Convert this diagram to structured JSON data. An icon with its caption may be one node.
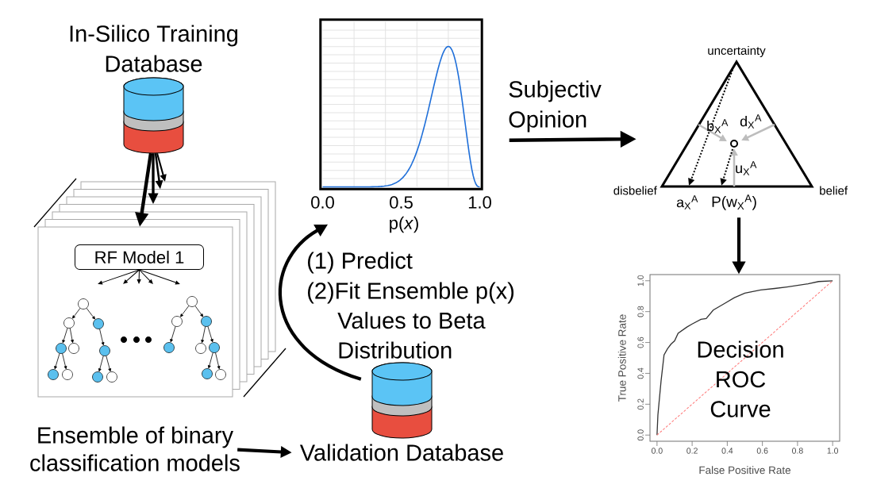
{
  "diagram": {
    "nodes": [
      {
        "text": [
          "In-Silico Training Database"
        ]
      },
      {
        "text": [],
        "shape": "box"
      },
      {
        "text": [
          "RF Model 1"
        ],
        "in": 1
      },
      {
        "text": [
          "Ensemble of binary classification models"
        ]
      },
      {
        "text": [
          "0.0",
          "0.5",
          "1.0",
          "p(*x*)"
        ]
      },
      {
        "text": [
          "Validation Database"
        ]
      },
      {
        "text": [
          "b$_{X}$$^{A}$",
          "d$_{X}$$^{A}$",
          "u$_{X}$$^{A}$"
        ],
        "beside": [
          "uncertainty",
          "disbelief",
          "belief",
          "a$_{X}$$^{A}$",
          "P(w$_{X}$$^{A}$)"
        ]
      },
      {
        "text": [
          "Decision ROC Curve"
        ]
      }
    ],
    "edges": [
      {
        "from": 0,
        "to": 1,
        "arrow": "to"
      },
      {
        "from": 0,
        "to": 1,
        "arrow": "to"
      },
      {
        "from": 0,
        "to": 1,
        "arrow": "to"
      },
      {
        "from": 0,
        "to": 1,
        "arrow": "to"
      },
      {
        "from": 2,
        "to": 1,
        "arrow": "to"
      },
      {
        "from": 2,
        "to": 1,
        "arrow": "to"
      },
      {
        "from": 2,
        "to": 1,
        "arrow": "to"
      },
      {
        "from": 2,
        "to": 1,
        "arrow": "to"
      },
      {
        "from": 2,
        "to": 1,
        "arrow": "to"
      },
      {
        "from": 3,
        "to": 5,
        "arrow": "to"
      },
      {
        "from": 5,
        "to": 4,
        "arrow": "to"
      },
      {
        "from": 4,
        "to": 6,
        "arrow": "to",
        "label": "Subjectiv Opinion"
      },
      {
        "from": 6,
        "to": 7,
        "arrow": "to"
      }
    ],
    "labels": [
      "(1) Predict",
      "(2)Fit Ensemble p(x) Values to Beta Distribution"
    ],
    "chart_data": [
      {
        "type": "line",
        "xlabel": "False Positive Rate",
        "ylabel": "True Positive Rate",
        "x": [
          0,
          0.005,
          0.023,
          0.04,
          0.06,
          0.08,
          0.1,
          0.12,
          0.17,
          0.2,
          0.25,
          0.28,
          0.32,
          0.35,
          0.38,
          0.44,
          0.5,
          0.59,
          0.67,
          0.74,
          0.86,
          0.92,
          1.0
        ],
        "series": [
          {
            "color": "#333333",
            "values": [
              0,
              0.13,
              0.35,
              0.52,
              0.56,
              0.59,
              0.61,
              0.66,
              0.7,
              0.72,
              0.75,
              0.755,
              0.81,
              0.83,
              0.85,
              0.89,
              0.92,
              0.94,
              0.95,
              0.96,
              0.98,
              0.995,
              1.0
            ]
          },
          {
            "color": "#ff7777",
            "line_style": "dashed",
            "values": [
              0,
              0.005,
              0.023,
              0.04,
              0.06,
              0.08,
              0.1,
              0.12,
              0.17,
              0.2,
              0.25,
              0.28,
              0.32,
              0.35,
              0.38,
              0.44,
              0.5,
              0.59,
              0.67,
              0.74,
              0.86,
              0.92,
              1.0
            ]
          }
        ],
        "xlim": [
          -0.04,
          1.04
        ],
        "ylim": [
          -0.04,
          1.04
        ],
        "xticks": [
          {
            "value": 0,
            "label": "0.0"
          },
          {
            "value": 0.2,
            "label": "0.2"
          },
          {
            "value": 0.4,
            "label": "0.4"
          },
          {
            "value": 0.6,
            "label": "0.6"
          },
          {
            "value": 0.8,
            "label": "0.8"
          },
          {
            "value": 1,
            "label": "1.0"
          }
        ],
        "yticks": [
          {
            "value": 0,
            "label": "0.0"
          },
          {
            "value": 0.2,
            "label": "0.2"
          },
          {
            "value": 0.4,
            "label": "0.4"
          },
          {
            "value": 0.6,
            "label": "0.6"
          },
          {
            "value": 0.8,
            "label": "0.8"
          },
          {
            "value": 1,
            "label": "1.0"
          }
        ]
      }
    ]
  }
}
